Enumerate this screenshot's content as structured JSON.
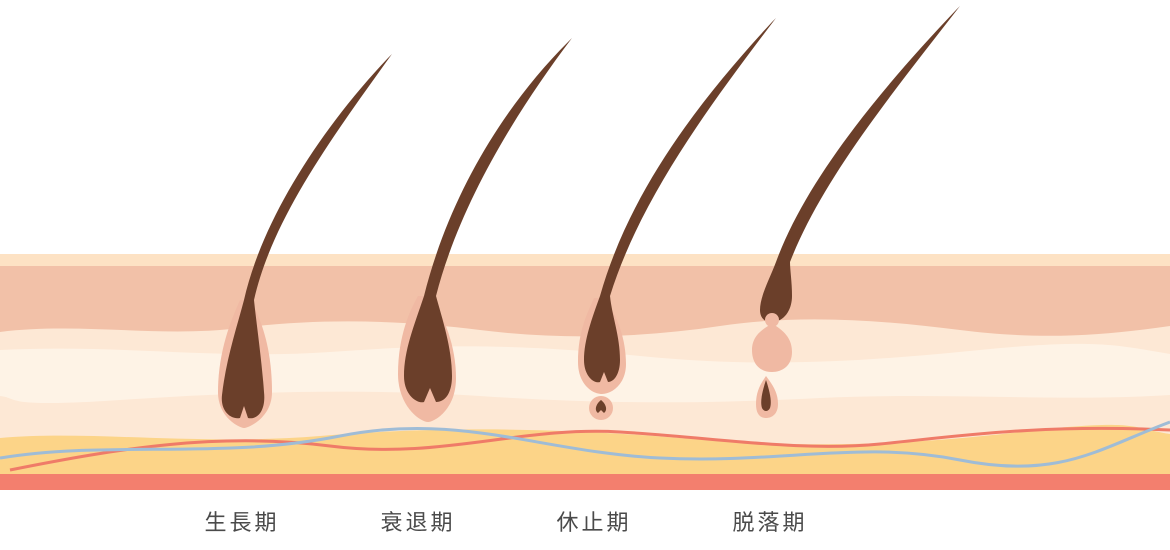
{
  "colors": {
    "background": "#ffffff",
    "epidermis_top": "#fde2c4",
    "epidermis": "#f2c1a8",
    "dermis": "#fde8d5",
    "dermis_band": "#fef3e6",
    "subcutaneous": "#fcd488",
    "base": "#f37f6e",
    "hair": "#6b3f2a",
    "follicle": "#f0b9a3",
    "artery": "#ef7b68",
    "vein": "#9fbcd6"
  },
  "stages": [
    {
      "label": "生長期"
    },
    {
      "label": "衰退期"
    },
    {
      "label": "休止期"
    },
    {
      "label": "脱落期"
    }
  ]
}
